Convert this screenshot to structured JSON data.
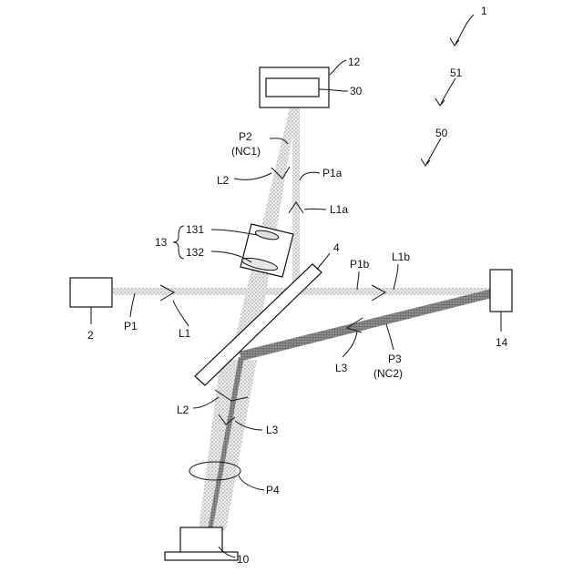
{
  "figure": {
    "ref_1": "1",
    "ref_51": "51",
    "ref_50": "50",
    "ref_12": "12",
    "ref_30": "30",
    "path_p2": "P2",
    "path_p2_nc": "(NC1)",
    "path_p1a": "P1a",
    "light_l2_top": "L2",
    "light_l1a": "L1a",
    "ref_13": "13",
    "ref_131": "131",
    "ref_132": "132",
    "ref_4": "4",
    "path_p1b": "P1b",
    "light_l1b": "L1b",
    "ref_2": "2",
    "path_p1": "P1",
    "light_l1": "L1",
    "ref_14": "14",
    "light_l3_right": "L3",
    "path_p3": "P3",
    "path_p3_nc": "(NC2)",
    "light_l2_bottom": "L2",
    "light_l3_bottom": "L3",
    "path_p4": "P4",
    "ref_10": "10"
  }
}
